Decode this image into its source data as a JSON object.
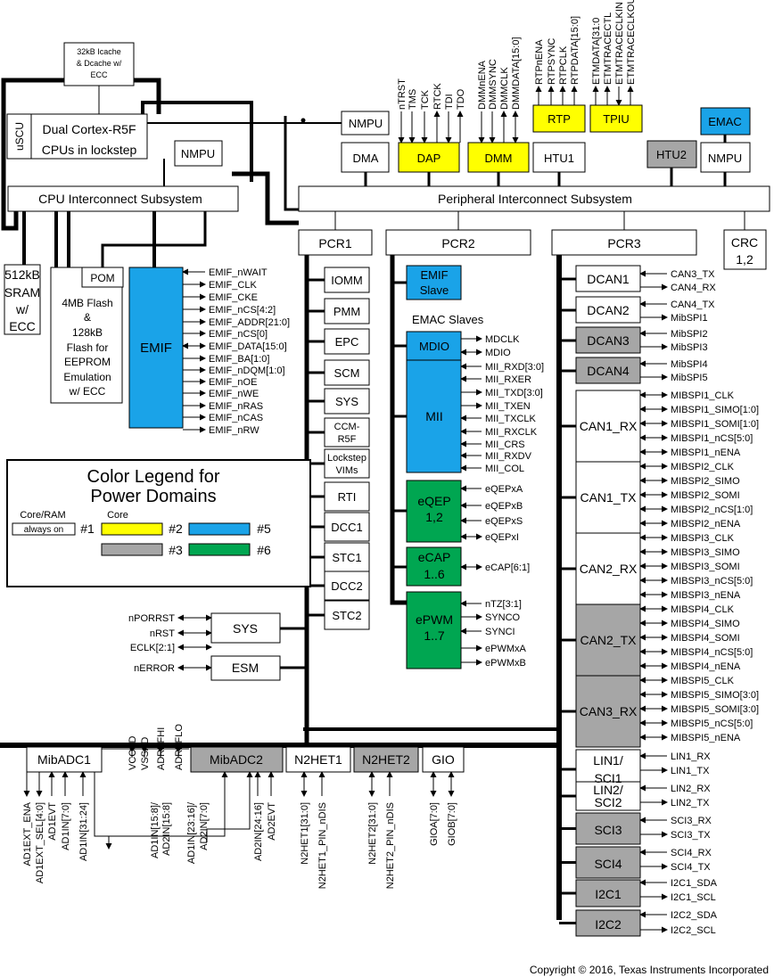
{
  "colors": {
    "line": "#000000",
    "white": "#ffffff",
    "yellow": "#ffff00",
    "gray": "#a6a6a6",
    "blue": "#1aa3e8",
    "green": "#00a651"
  },
  "texts": [
    "32kB Icache",
    "& Dcache w/",
    "ECC",
    "uSCU",
    "Dual Cortex-R5F",
    "CPUs in lockstep",
    "NMPU",
    "CPU Interconnect Subsystem",
    "512kB",
    "SRAM",
    "w/",
    "ECC",
    "POM",
    "4MB Flash",
    "&",
    "128kB",
    "Flash for",
    "EEPROM",
    "Emulation",
    "w/ ECC",
    "EMIF",
    "EMIF_nWAIT",
    "EMIF_CLK",
    "EMIF_CKE",
    "EMIF_nCS[4:2]",
    "EMIF_ADDR[21:0]",
    "EMIF_nCS[0]",
    "EMIF_DATA[15:0]",
    "EMIF_BA[1:0]",
    "EMIF_nDQM[1:0]",
    "EMIF_nOE",
    "EMIF_nWE",
    "EMIF_nRAS",
    "EMIF_nCAS",
    "EMIF_nRW",
    "NMPU",
    "DMA",
    "DAP",
    "DMM",
    "RTP",
    "TPIU",
    "HTU1",
    "HTU2",
    "EMAC",
    "NMPU",
    "nTRST",
    "TMS",
    "TCK",
    "RTCK",
    "TDI",
    "TDO",
    "DMMnENA",
    "DMMSYNC",
    "DMMCLK",
    "DMMDATA[15:0]",
    "RTPnENA",
    "RTPSYNC",
    "RTPCLK",
    "RTPDATA[15:0]",
    "ETMDATA[31:0",
    "ETMTRACECTL",
    "ETMTRACECLKIN",
    "ETMTRACECLKOUT",
    "Peripheral Interconnect Subsystem",
    "PCR1",
    "PCR2",
    "PCR3",
    "CRC",
    "1,2",
    "IOMM",
    "PMM",
    "EPC",
    "SCM",
    "SYS",
    "CCM-",
    "R5F",
    "Lockstep",
    "VIMs",
    "RTI",
    "DCC1",
    "STC1",
    "DCC2",
    "STC2",
    "EMIF",
    "Slave",
    "EMAC Slaves",
    "MDIO",
    "MDCLK",
    "MDIO",
    "MII",
    "MII_RXD[3:0]",
    "MII_RXER",
    "MII_TXD[3:0]",
    "MII_TXEN",
    "MII_TXCLK",
    "MII_RXCLK",
    "MII_CRS",
    "MII_RXDV",
    "MII_COL",
    "eQEP",
    "1,2",
    "eQEPxA",
    "eQEPxB",
    "eQEPxS",
    "eQEPxI",
    "eCAP",
    "1..6",
    "eCAP[6:1]",
    "ePWM",
    "1..7",
    "nTZ[3:1]",
    "SYNCO",
    "SYNCI",
    "ePWMxA",
    "ePWMxB",
    "DCAN1",
    "DCAN2",
    "DCAN3",
    "DCAN4",
    "CAN1_RX",
    "CAN1_TX",
    "CAN2_RX",
    "CAN2_TX",
    "CAN3_RX",
    "CAN3_TX",
    "CAN4_RX",
    "CAN4_TX",
    "MibSPI1",
    "MibSPI2",
    "MibSPI3",
    "MibSPI4",
    "MibSPI5",
    "MIBSPI1_CLK",
    "MIBSPI1_SIMO[1:0]",
    "MIBSPI1_SOMI[1:0]",
    "MIBSPI1_nCS[5:0]",
    "MIBSPI1_nENA",
    "MIBSPI2_CLK",
    "MIBSPI2_SIMO",
    "MIBSPI2_SOMI",
    "MIBSPI2_nCS[1:0]",
    "MIBSPI2_nENA",
    "MIBSPI3_CLK",
    "MIBSPI3_SIMO",
    "MIBSPI3_SOMI",
    "MIBSPI3_nCS[5:0]",
    "MIBSPI3_nENA",
    "MIBSPI4_CLK",
    "MIBSPI4_SIMO",
    "MIBSPI4_SOMI",
    "MIBSPI4_nCS[5:0]",
    "MIBSPI4_nENA",
    "MIBSPI5_CLK",
    "MIBSPI5_SIMO[3:0]",
    "MIBSPI5_SOMI[3:0]",
    "MIBSPI5_nCS[5:0]",
    "MIBSPI5_nENA",
    "LIN1/",
    "SCI1",
    "LIN2/",
    "SCI2",
    "SCI3",
    "SCI4",
    "I2C1",
    "I2C2",
    "LIN1_RX",
    "LIN1_TX",
    "LIN2_RX",
    "LIN2_TX",
    "SCI3_RX",
    "SCI3_TX",
    "SCI4_RX",
    "SCI4_TX",
    "I2C1_SDA",
    "I2C1_SCL",
    "I2C2_SDA",
    "I2C2_SCL",
    "Color Legend for",
    "Power Domains",
    "Core/RAM",
    "always on",
    "Core",
    "#1",
    "#2",
    "#5",
    "#3",
    "#6",
    "SYS",
    "ESM",
    "nPORRST",
    "nRST",
    "ECLK[2:1]",
    "nERROR",
    "MibADC1",
    "MibADC2",
    "N2HET1",
    "N2HET2",
    "GIO",
    "VCCAD",
    "VSSAD",
    "ADREFHI",
    "ADREFLO",
    "AD1EXT_ENA",
    "AD1EXT_SEL[4:0]",
    "AD1EVT",
    "AD1IN[7:0]",
    "AD1IN[31:24]",
    "AD1IN[15:8]/",
    "AD2IN[15:8]",
    "AD1IN[23:16]/",
    "AD2IN[7:0]",
    "AD2IN[24:16]",
    "AD2EVT",
    "N2HET1[31:0]",
    "N2HET1_PIN_nDIS",
    "N2HET2[31:0]",
    "N2HET2_PIN_nDIS",
    "GIOA[7:0]",
    "GIOB[7:0]",
    "Copyright © 2016, Texas Instruments Incorporated"
  ]
}
